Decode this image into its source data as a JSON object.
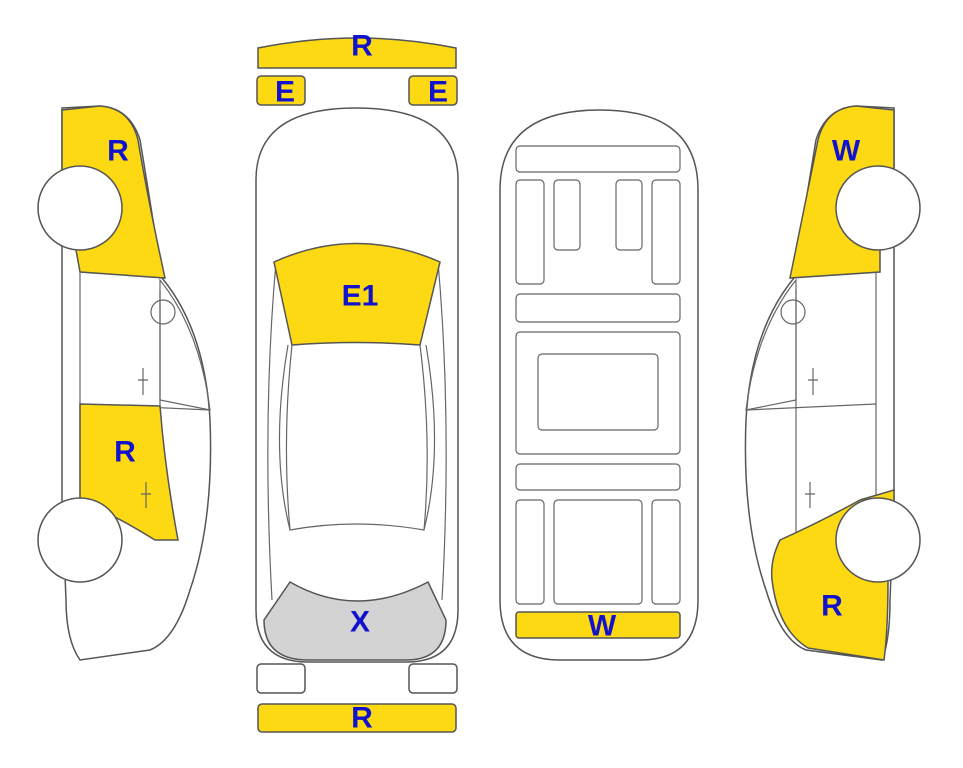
{
  "colors": {
    "damage": "#fcd913",
    "missing": "#d3d3d3",
    "label": "#1212cc",
    "outline": "#555555"
  },
  "labels": {
    "front_bumper": "R",
    "left_headlight": "E",
    "right_headlight": "E",
    "windshield": "E1",
    "rear_window": "X",
    "rear_bumper": "R",
    "underbody_rear": "W",
    "left_front_fender": "R",
    "left_rear_door": "R",
    "right_front_fender": "W",
    "right_rear_quarter": "R"
  },
  "parts": {
    "front_bumper": "damaged",
    "left_headlight": "damaged",
    "right_headlight": "damaged",
    "windshield": "damaged",
    "rear_window": "missing",
    "rear_bumper": "damaged",
    "left_taillight": "ok",
    "right_taillight": "ok",
    "underbody_rear": "damaged",
    "left_front_fender": "damaged",
    "left_rear_door": "damaged",
    "right_front_fender": "damaged",
    "right_rear_quarter": "damaged"
  }
}
